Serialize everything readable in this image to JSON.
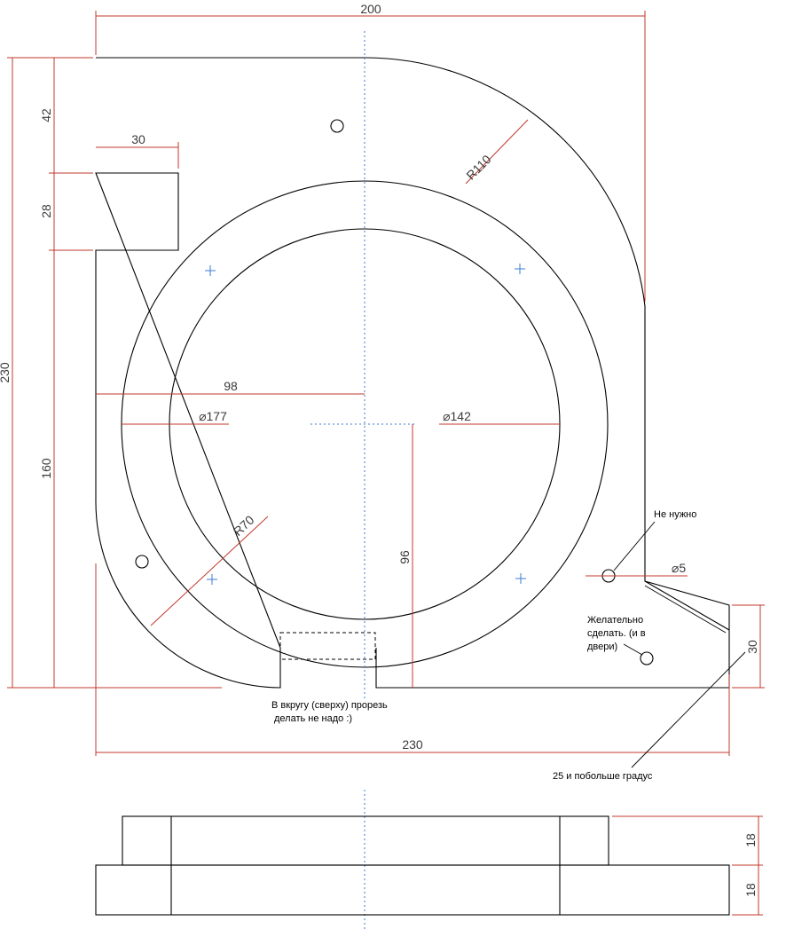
{
  "colors": {
    "outline": "#000000",
    "dimension": "#c0392b",
    "centerline": "#3a7bd5",
    "text": "#3a3a3a"
  },
  "dimensions": {
    "top_width": "200",
    "bottom_width": "230",
    "total_height": "230",
    "top_segment": "42",
    "slot_height": "28",
    "lower_height": "160",
    "slot_depth": "30",
    "radius_outer": "R110",
    "radius_inner": "R70",
    "dia_large": "⌀177",
    "dia_small": "⌀142",
    "offset_98": "98",
    "offset_96": "96",
    "hole_dia": "⌀5",
    "right_step": "30",
    "side_upper_thickness": "18",
    "side_lower_thickness": "18"
  },
  "notes": {
    "not_needed": "Не нужно",
    "desirable_line1": "Желательно",
    "desirable_line2": "сделать. (и в",
    "desirable_line3": "двери)",
    "cut_line1": "В вкругу (сверху) прорезь",
    "cut_line2": "делать не надо :)",
    "angle_note": "25 и побольше градус"
  }
}
